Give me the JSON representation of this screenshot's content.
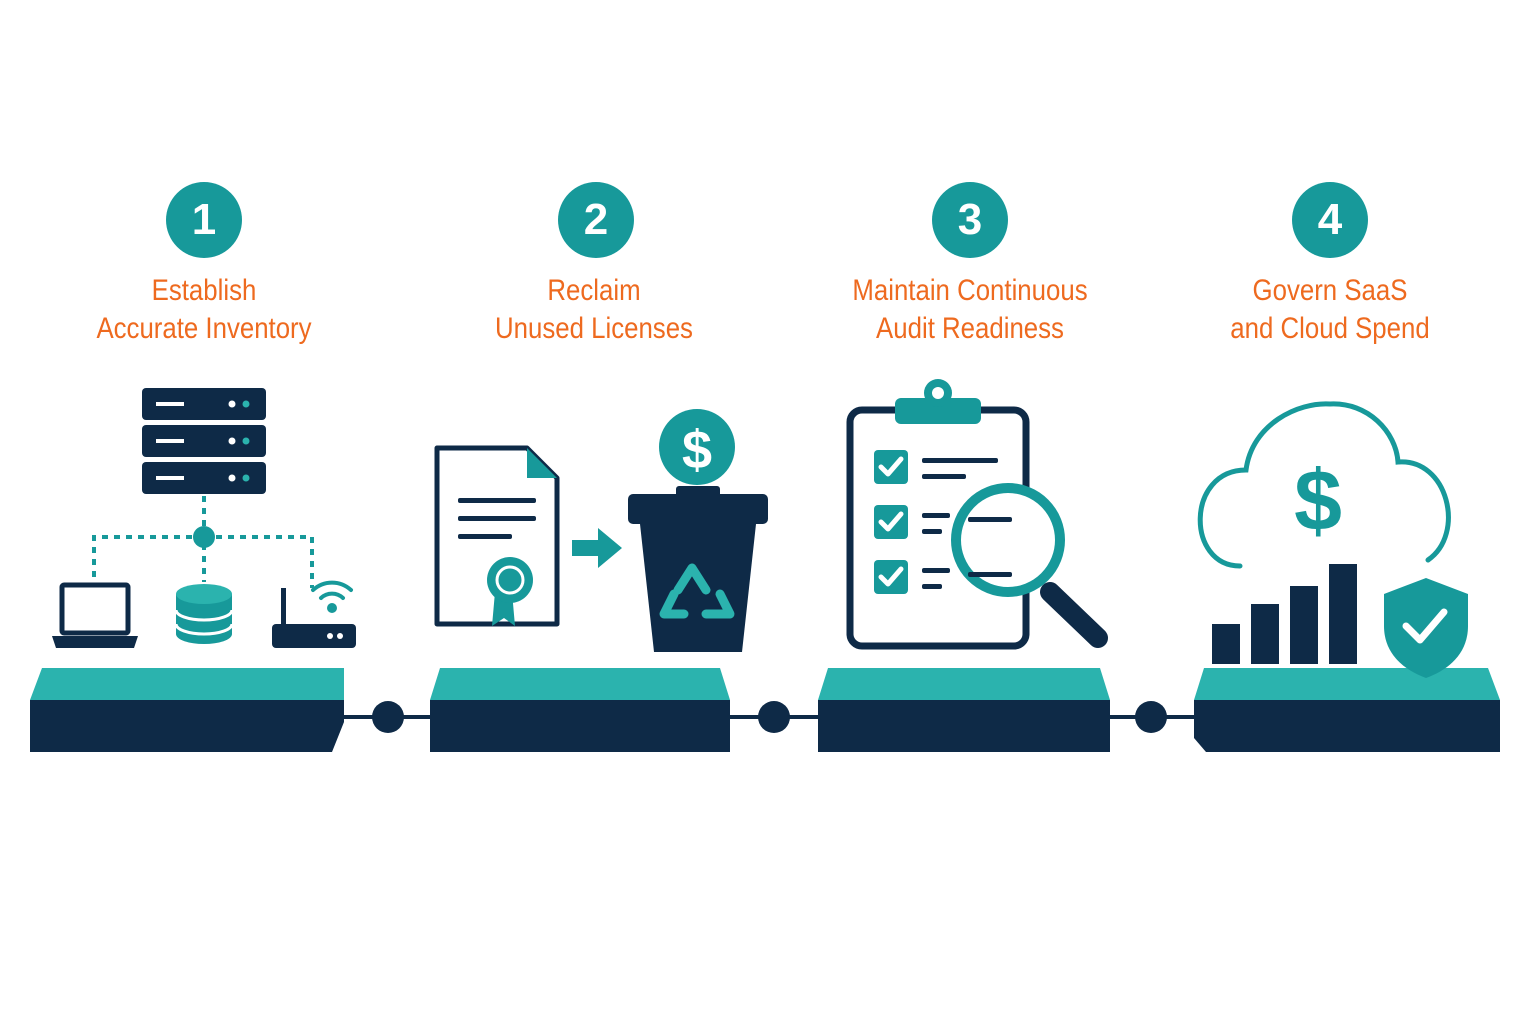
{
  "colors": {
    "teal": "#17999a",
    "teal_light": "#2bb3ae",
    "navy": "#0e2a47",
    "orange": "#ee6a1f",
    "background": "#ffffff"
  },
  "steps": [
    {
      "number": "1",
      "title_line1": "Establish",
      "title_line2": "Accurate Inventory",
      "icons": [
        "server-rack-icon",
        "laptop-icon",
        "database-icon",
        "router-icon"
      ]
    },
    {
      "number": "2",
      "title_line1": "Reclaim",
      "title_line2": "Unused Licenses",
      "icons": [
        "license-document-icon",
        "arrow-right-icon",
        "dollar-coin-icon",
        "recycle-bin-icon"
      ]
    },
    {
      "number": "3",
      "title_line1": "Maintain Continuous",
      "title_line2": "Audit Readiness",
      "icons": [
        "clipboard-checklist-icon",
        "magnifying-glass-icon"
      ]
    },
    {
      "number": "4",
      "title_line1": "Govern SaaS",
      "title_line2": "and Cloud Spend",
      "icons": [
        "cloud-dollar-icon",
        "bar-chart-icon",
        "shield-check-icon"
      ]
    }
  ]
}
